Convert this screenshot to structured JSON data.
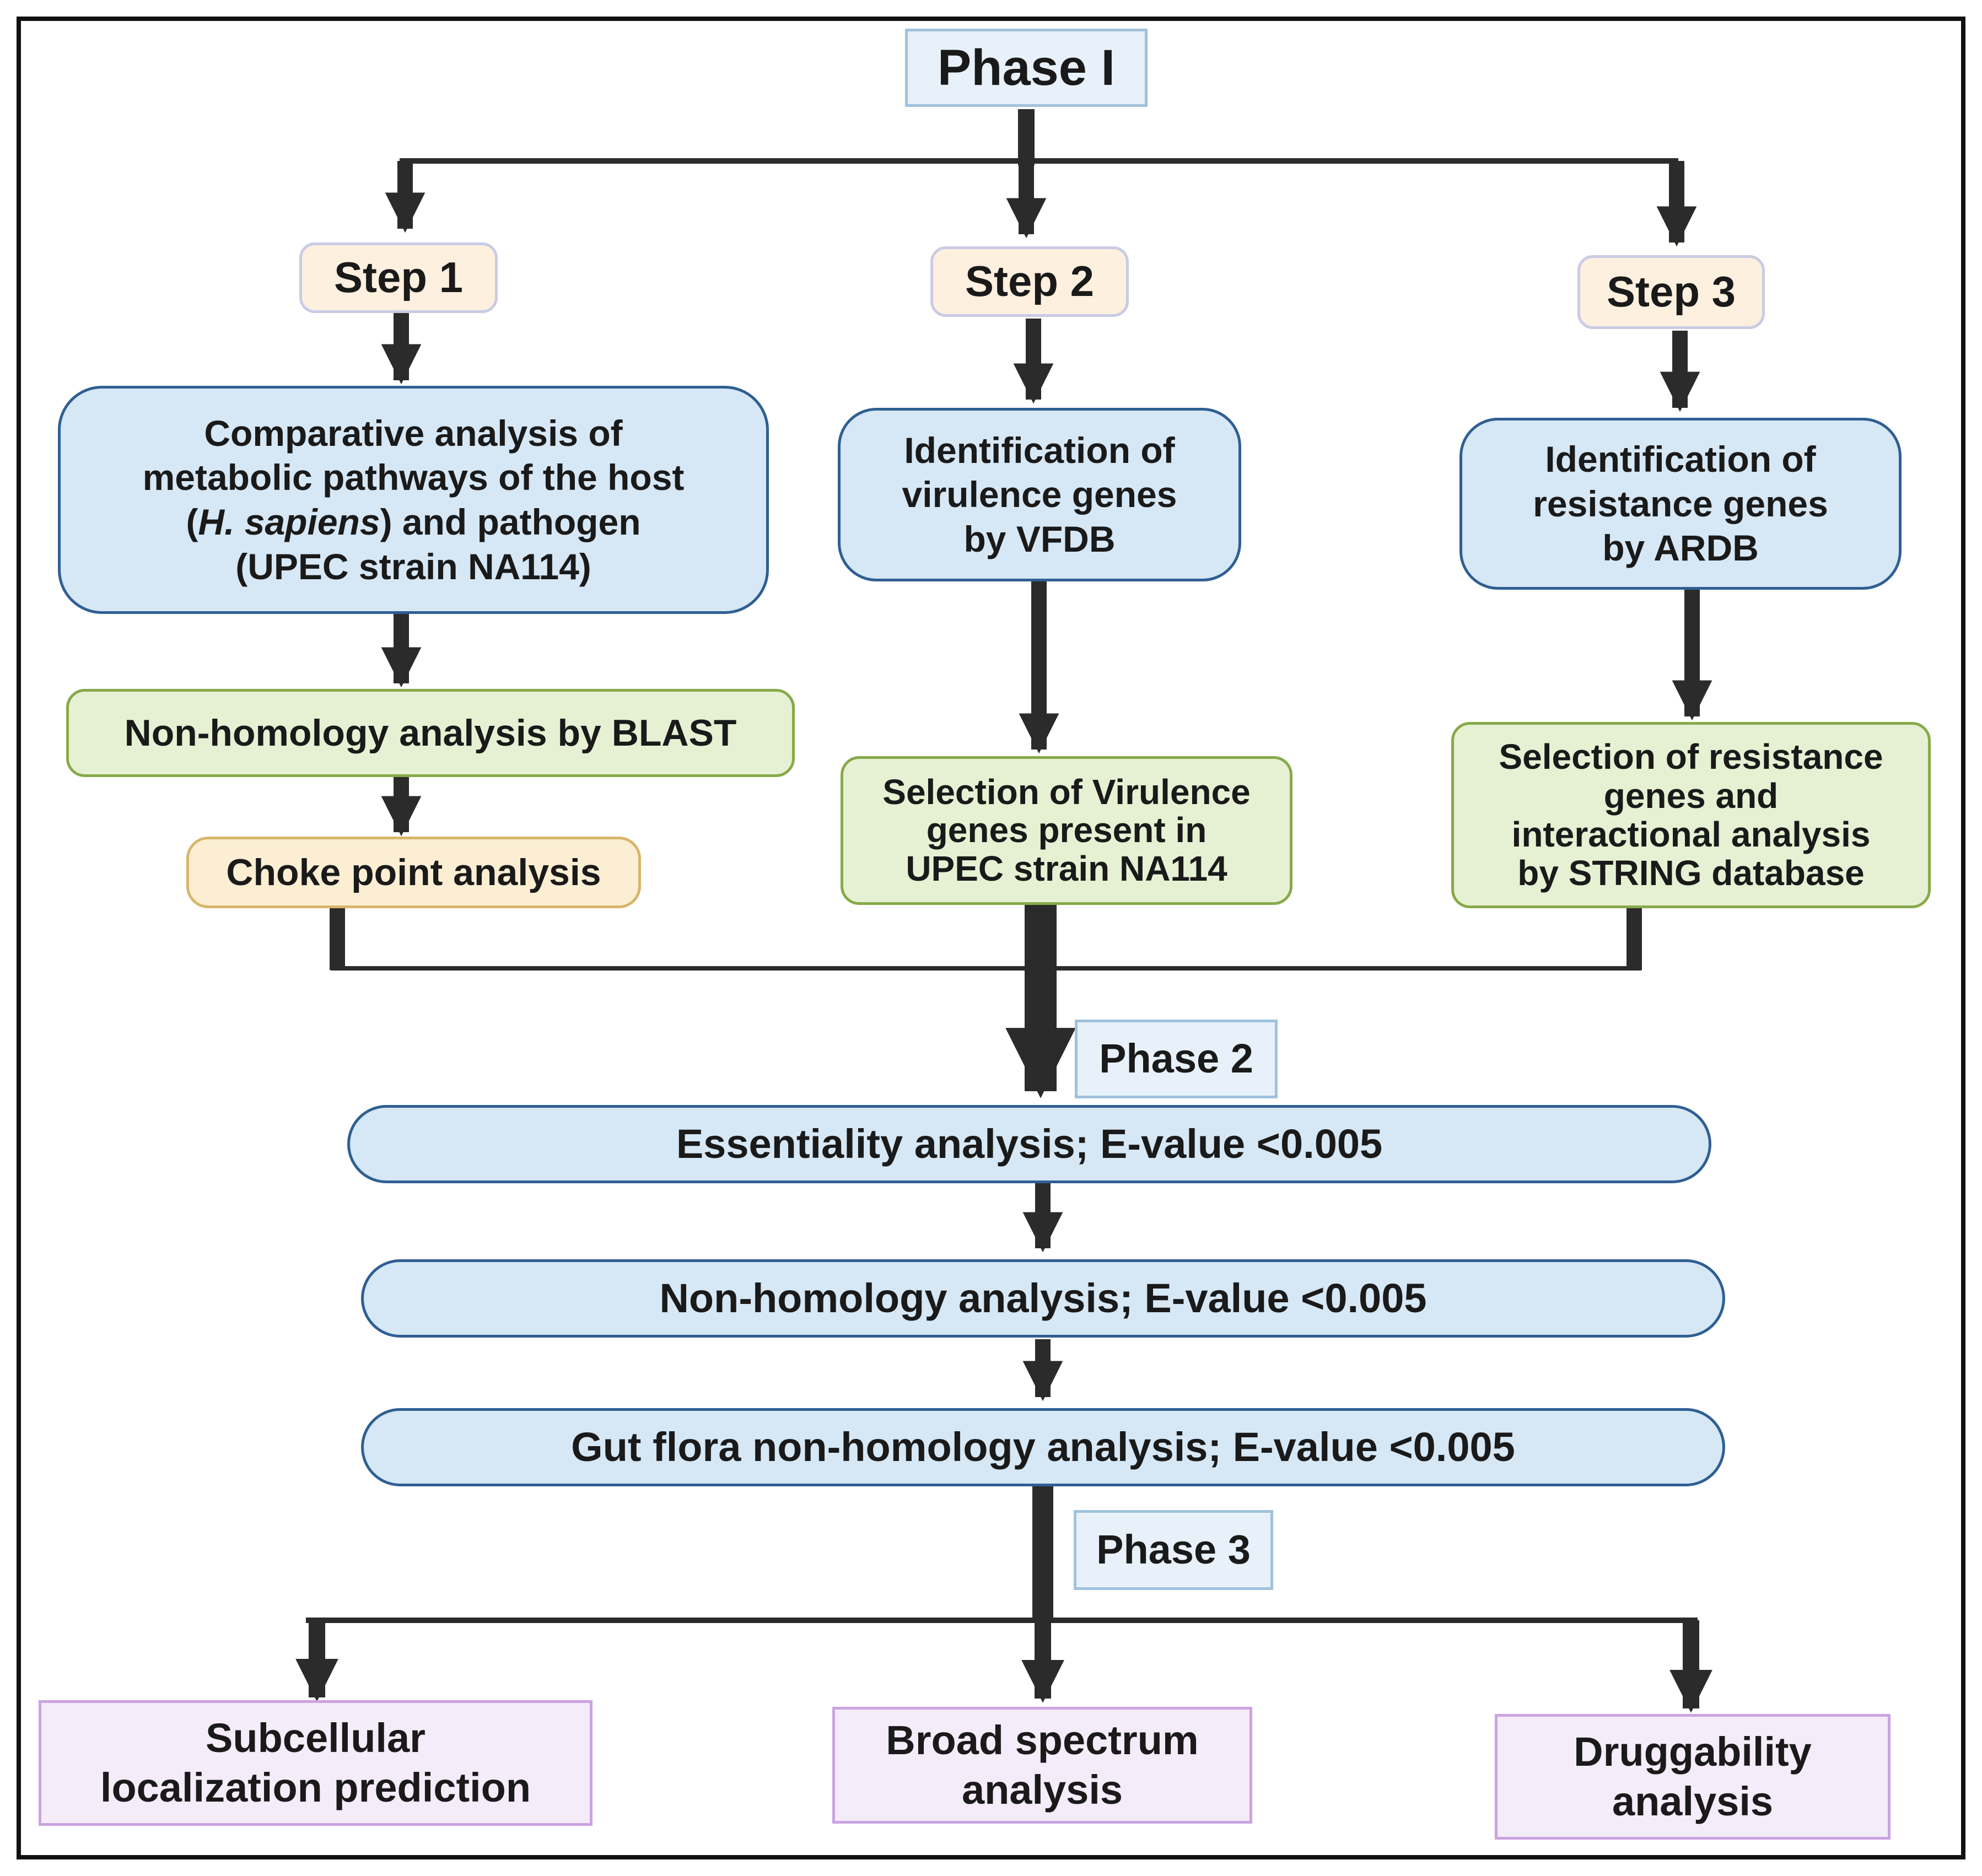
{
  "phases": {
    "phase1": "Phase I",
    "phase2": "Phase 2",
    "phase3": "Phase 3"
  },
  "steps": {
    "step1": "Step 1",
    "step2": "Step 2",
    "step3": "Step 3"
  },
  "step1_flow": {
    "comparative_line1": "Comparative analysis of",
    "comparative_line2": "metabolic pathways of the host",
    "comparative_open": "(",
    "comparative_italic": "H. sapiens",
    "comparative_close": ") and pathogen",
    "comparative_line4": "(UPEC strain NA114)",
    "nonhomology_blast": "Non-homology analysis by BLAST",
    "chokepoint": "Choke point analysis"
  },
  "step2_flow": {
    "identification_virulence": "Identification of\nvirulence genes\nby VFDB",
    "selection_virulence": "Selection of Virulence\ngenes present in\nUPEC strain NA114"
  },
  "step3_flow": {
    "identification_resistance": "Identification of\nresistance genes\nby ARDB",
    "selection_resistance": "Selection of resistance\ngenes and\ninteractional analysis\nby STRING database"
  },
  "phase2_flow": {
    "essentiality": "Essentiality analysis; E-value <0.005",
    "nonhomology": "Non-homology analysis; E-value <0.005",
    "gutflora": "Gut flora non-homology analysis; E-value <0.005"
  },
  "phase3_flow": {
    "subcellular": "Subcellular\nlocalization prediction",
    "broad_spectrum": "Broad spectrum\nanalysis",
    "druggability": "Druggability\nanalysis"
  },
  "colors": {
    "arrow": "#2b2b2b",
    "phase_fill": "#e8f1f9",
    "step_fill": "#fdf0df",
    "blue_fill": "#d6e7f5",
    "green_fill": "#e6f1d3",
    "yellow_fill": "#fbeed2",
    "purple_fill": "#f4ecf9"
  }
}
